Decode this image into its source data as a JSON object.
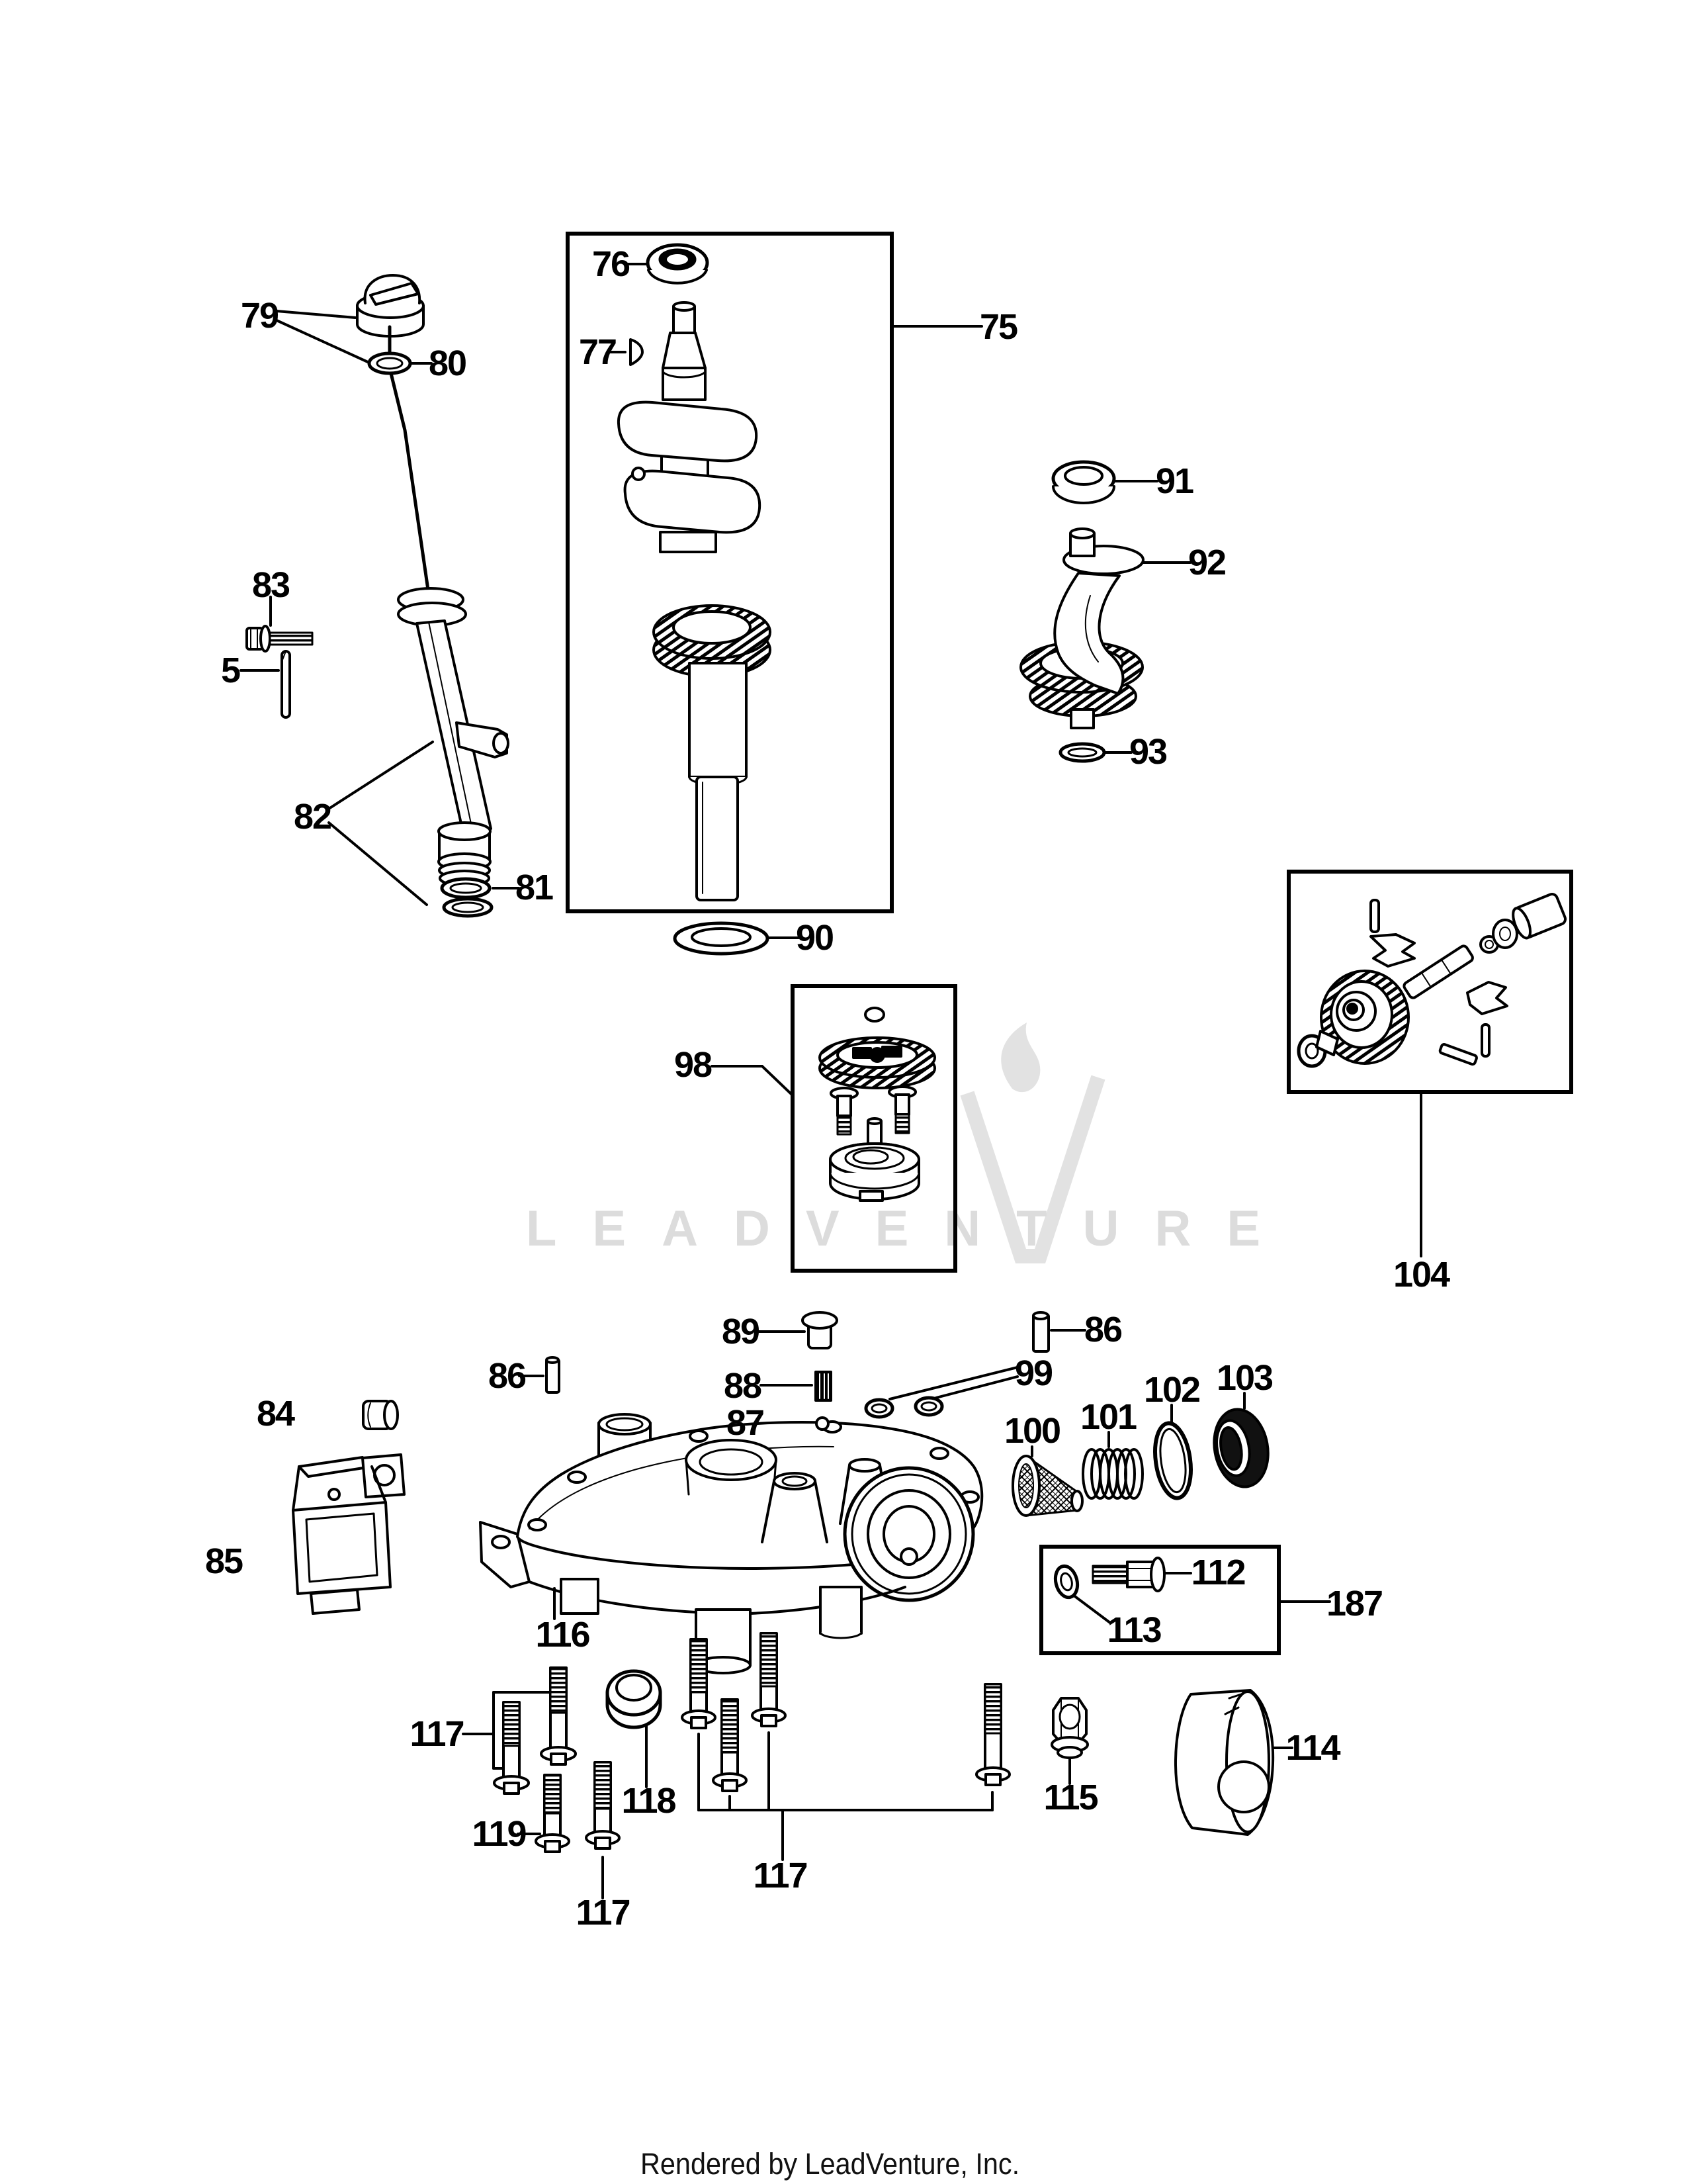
{
  "page": {
    "watermark_text": "LEADVENTURE",
    "footer": "Rendered by LeadVenture, Inc."
  },
  "callouts": {
    "c5": "5",
    "c75": "75",
    "c76": "76",
    "c77": "77",
    "c79": "79",
    "c80": "80",
    "c81": "81",
    "c82": "82",
    "c83": "83",
    "c84": "84",
    "c85": "85",
    "c86_left": "86",
    "c86_right": "86",
    "c87": "87",
    "c88": "88",
    "c89": "89",
    "c90": "90",
    "c91": "91",
    "c92": "92",
    "c93": "93",
    "c98": "98",
    "c99": "99",
    "c100": "100",
    "c101": "101",
    "c102": "102",
    "c103": "103",
    "c104": "104",
    "c112": "112",
    "c113": "113",
    "c114": "114",
    "c115": "115",
    "c116": "116",
    "c117_left": "117",
    "c117_bottom": "117",
    "c117_right": "117",
    "c118": "118",
    "c119": "119",
    "c187": "187"
  }
}
